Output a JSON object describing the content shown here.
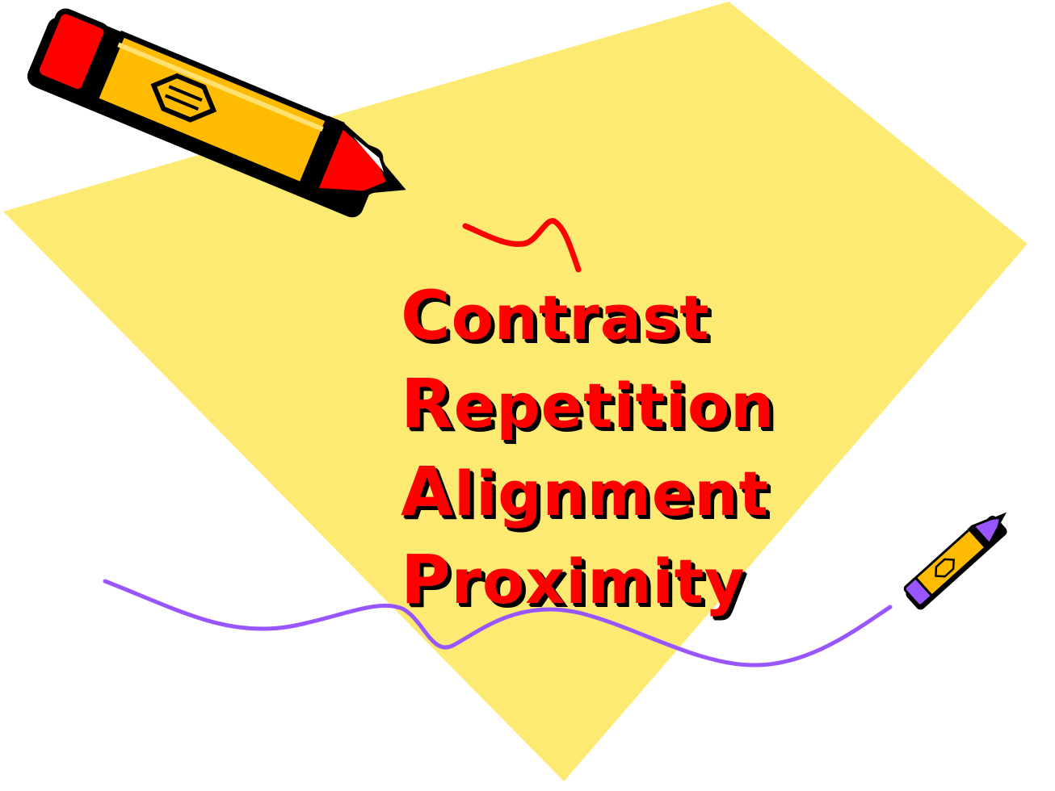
{
  "slide": {
    "lines": [
      {
        "initial": "C",
        "rest": "ontrast"
      },
      {
        "initial": "R",
        "rest": "epetition"
      },
      {
        "initial": "A",
        "rest": "lignment"
      },
      {
        "initial": "P",
        "rest": "roximity"
      }
    ]
  },
  "colors": {
    "background": "#ffffff",
    "paper": "#fdea73",
    "text": "#ff0000",
    "text_shadow": "#000000",
    "pencil_body": "#ffbb00",
    "pencil_band": "#ff0000",
    "squiggle_red": "#ff0000",
    "squiggle_purple": "#9955ff",
    "small_pencil_band": "#9955ff"
  },
  "icons": {
    "large_pencil": "pencil-icon",
    "small_pencil": "pencil-icon",
    "paper_sheet": "paper-sheet"
  }
}
